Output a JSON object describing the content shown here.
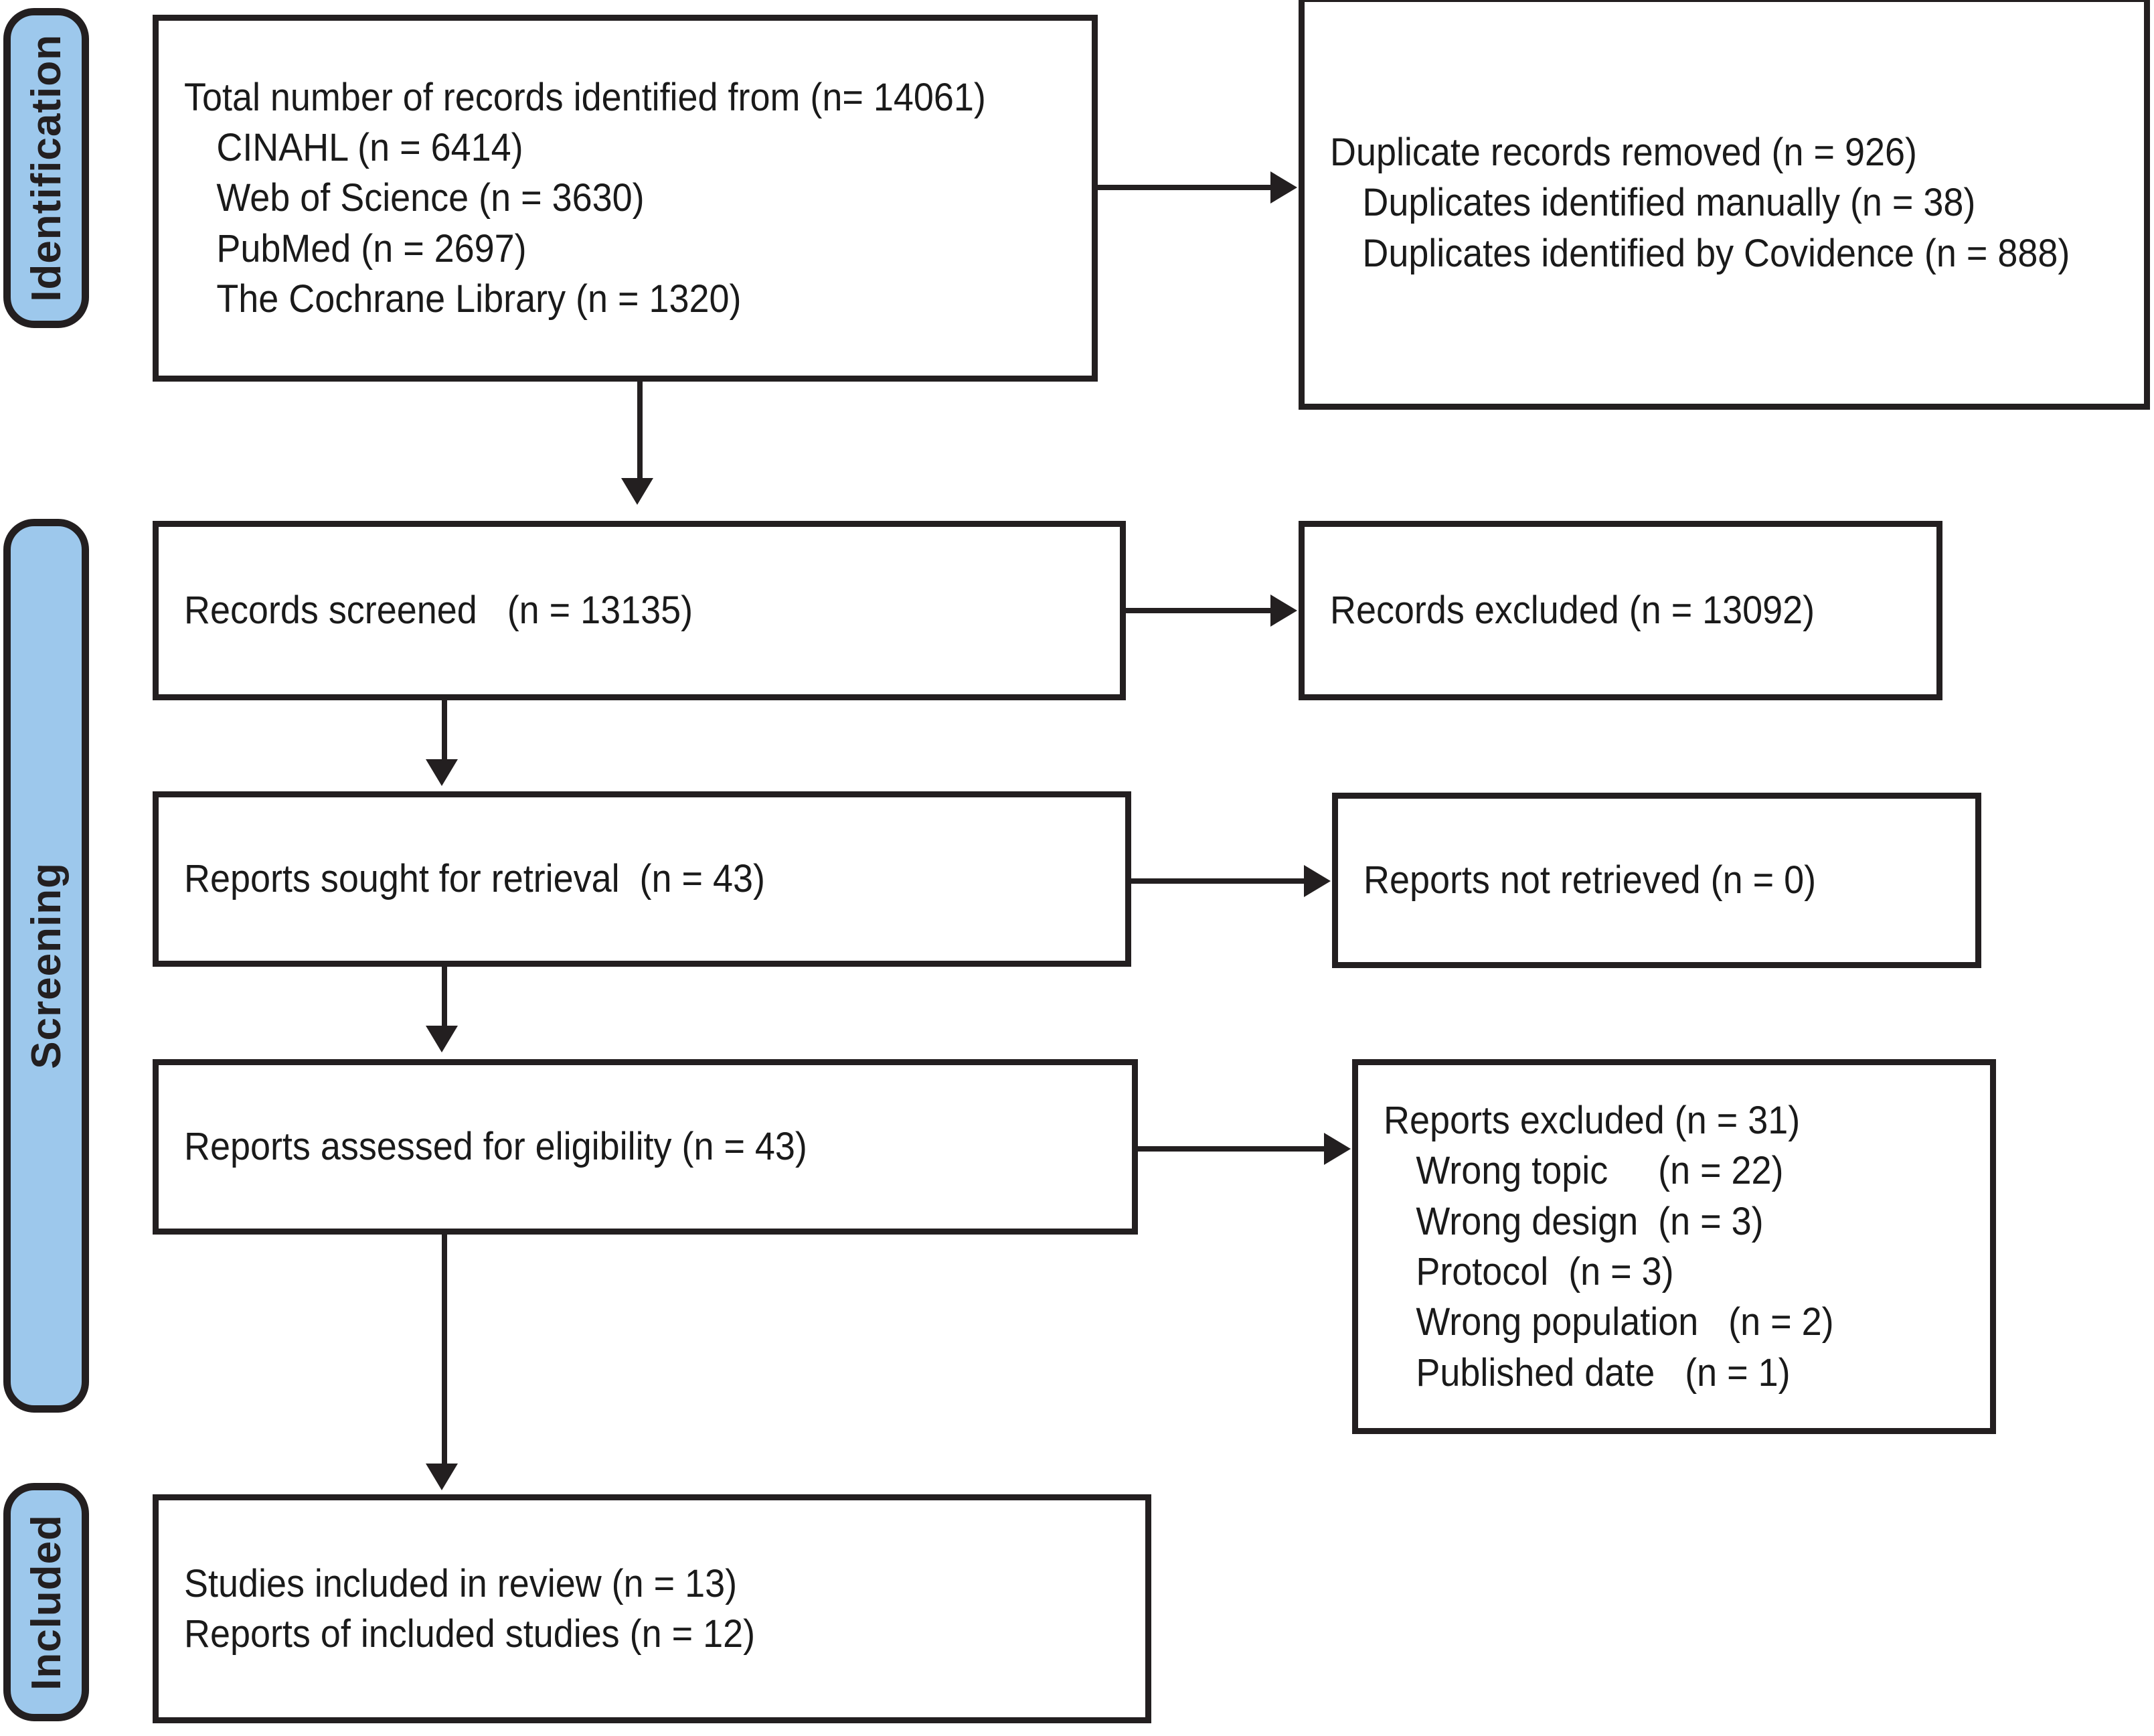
{
  "diagram": {
    "title": "PRISMA 2020 flow diagram",
    "accent_blue": "#9DC8EC",
    "line_color": "#231f20",
    "box_fill": "#FFFFFF"
  },
  "phases": {
    "identification": "Identification",
    "screening": "Screening",
    "included": "Included"
  },
  "boxes": {
    "identified": {
      "lines": [
        "Total number of records identified from (n= 14061)",
        "CINAHL (n = 6414)",
        "Web of Science (n = 3630)",
        "PubMed (n = 2697)",
        "The Cochrane Library (n = 1320)"
      ]
    },
    "duplicates_removed": {
      "lines": [
        "Duplicate records removed (n = 926)",
        "Duplicates identified manually (n = 38)",
        "Duplicates identified by Covidence (n = 888)"
      ]
    },
    "records_screened": {
      "lines": [
        "Records screened   (n = 13135)"
      ]
    },
    "records_excluded": {
      "lines": [
        "Records excluded (n = 13092)"
      ]
    },
    "reports_sought": {
      "lines": [
        "Reports sought for retrieval  (n = 43)"
      ]
    },
    "reports_not_retrieved": {
      "lines": [
        "Reports not retrieved (n = 0)"
      ]
    },
    "reports_assessed": {
      "lines": [
        "Reports assessed for eligibility (n = 43)"
      ]
    },
    "reports_excluded": {
      "lines": [
        "Reports excluded (n = 31)",
        "Wrong topic     (n = 22)",
        "Wrong design  (n = 3)",
        "Protocol  (n = 3)",
        "Wrong population   (n = 2)",
        "Published date   (n = 1)"
      ]
    },
    "included_studies": {
      "lines": [
        "Studies included in review (n = 13)",
        "Reports of included studies (n = 12)"
      ]
    }
  },
  "chart_data": {
    "type": "diagram",
    "title": "PRISMA 2020 flow diagram",
    "nodes": [
      {
        "id": "identified",
        "phase": "Identification",
        "label": "Total number of records identified from",
        "n": 14061,
        "sources": [
          {
            "name": "CINAHL",
            "n": 6414
          },
          {
            "name": "Web of Science",
            "n": 3630
          },
          {
            "name": "PubMed",
            "n": 2697
          },
          {
            "name": "The Cochrane Library",
            "n": 1320
          }
        ]
      },
      {
        "id": "duplicates_removed",
        "phase": "Identification",
        "label": "Duplicate records removed",
        "n": 926,
        "breakdown": [
          {
            "name": "Duplicates identified manually",
            "n": 38
          },
          {
            "name": "Duplicates identified by Covidence",
            "n": 888
          }
        ]
      },
      {
        "id": "records_screened",
        "phase": "Screening",
        "label": "Records screened",
        "n": 13135
      },
      {
        "id": "records_excluded",
        "phase": "Screening",
        "label": "Records excluded",
        "n": 13092
      },
      {
        "id": "reports_sought",
        "phase": "Screening",
        "label": "Reports sought for retrieval",
        "n": 43
      },
      {
        "id": "reports_not_retrieved",
        "phase": "Screening",
        "label": "Reports not retrieved",
        "n": 0
      },
      {
        "id": "reports_assessed",
        "phase": "Screening",
        "label": "Reports assessed for eligibility",
        "n": 43
      },
      {
        "id": "reports_excluded",
        "phase": "Screening",
        "label": "Reports excluded",
        "n": 31,
        "breakdown": [
          {
            "name": "Wrong topic",
            "n": 22
          },
          {
            "name": "Wrong design",
            "n": 3
          },
          {
            "name": "Protocol",
            "n": 3
          },
          {
            "name": "Wrong population",
            "n": 2
          },
          {
            "name": "Published date",
            "n": 1
          }
        ]
      },
      {
        "id": "studies_included",
        "phase": "Included",
        "label": "Studies included in review",
        "n": 13
      },
      {
        "id": "reports_of_included",
        "phase": "Included",
        "label": "Reports of included studies",
        "n": 12
      }
    ],
    "edges": [
      {
        "from": "identified",
        "to": "duplicates_removed",
        "direction": "right"
      },
      {
        "from": "identified",
        "to": "records_screened",
        "direction": "down"
      },
      {
        "from": "records_screened",
        "to": "records_excluded",
        "direction": "right"
      },
      {
        "from": "records_screened",
        "to": "reports_sought",
        "direction": "down"
      },
      {
        "from": "reports_sought",
        "to": "reports_not_retrieved",
        "direction": "right"
      },
      {
        "from": "reports_sought",
        "to": "reports_assessed",
        "direction": "down"
      },
      {
        "from": "reports_assessed",
        "to": "reports_excluded",
        "direction": "right"
      },
      {
        "from": "reports_assessed",
        "to": "studies_included",
        "direction": "down"
      }
    ]
  }
}
